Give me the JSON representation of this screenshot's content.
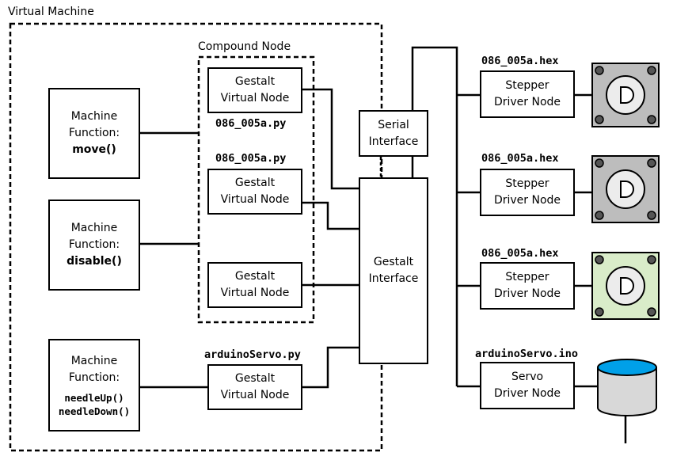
{
  "vm": {
    "title": "Virtual Machine"
  },
  "compound": {
    "title": "Compound Node"
  },
  "machine_functions": [
    {
      "line1": "Machine",
      "line2": "Function:",
      "fn": "move()"
    },
    {
      "line1": "Machine",
      "line2": "Function:",
      "fn": "disable()"
    },
    {
      "line1": "Machine",
      "line2": "Function:",
      "fn1": "needleUp()",
      "fn2": "needleDown()"
    }
  ],
  "virtual_nodes": [
    {
      "line1": "Gestalt",
      "line2": "Virtual Node"
    },
    {
      "line1": "Gestalt",
      "line2": "Virtual Node"
    },
    {
      "line1": "Gestalt",
      "line2": "Virtual Node"
    },
    {
      "line1": "Gestalt",
      "line2": "Virtual Node"
    }
  ],
  "file_labels": {
    "py1": "086_005a.py",
    "py2": "086_005a.py",
    "servo_py": "arduinoServo.py",
    "hex1": "086_005a.hex",
    "hex2": "086_005a.hex",
    "hex3": "086_005a.hex",
    "ino": "arduinoServo.ino"
  },
  "serial": {
    "line1": "Serial",
    "line2": "Interface"
  },
  "gestalt_if": {
    "line1": "Gestalt",
    "line2": "Interface"
  },
  "drivers": [
    {
      "line1": "Stepper",
      "line2": "Driver Node"
    },
    {
      "line1": "Stepper",
      "line2": "Driver Node"
    },
    {
      "line1": "Stepper",
      "line2": "Driver Node"
    },
    {
      "line1": "Servo",
      "line2": "Driver Node"
    }
  ],
  "colors": {
    "motor_gray": "#bdbdbd",
    "motor_green": "#d9ecc9",
    "servo_blue": "#00a0e8"
  },
  "icons": [
    "stepper-motor-icon",
    "stepper-motor-icon",
    "stepper-motor-icon",
    "servo-motor-icon"
  ]
}
